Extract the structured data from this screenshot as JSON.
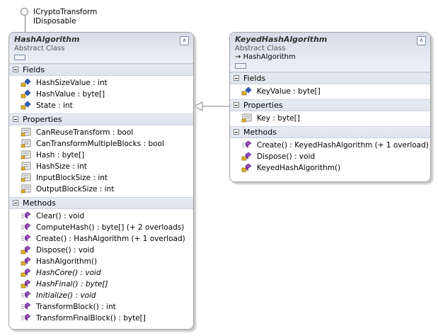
{
  "interfaces": [
    "ICryptoTransform",
    "IDisposable"
  ],
  "colors": {
    "field": "#2f5db8",
    "method": "#9b4fc0",
    "property": "#6a6a6a",
    "key": "#e0b020"
  },
  "classes": [
    {
      "name": "HashAlgorithm",
      "kind": "Abstract Class",
      "sections": [
        {
          "title": "Fields",
          "items": [
            {
              "text": "HashSizeValue : int",
              "icon": "protected-field-icon"
            },
            {
              "text": "HashValue : byte[]",
              "icon": "protected-field-icon"
            },
            {
              "text": "State : int",
              "icon": "protected-field-icon"
            }
          ]
        },
        {
          "title": "Properties",
          "items": [
            {
              "text": "CanReuseTransform : bool",
              "icon": "property-icon"
            },
            {
              "text": "CanTransformMultipleBlocks : bool",
              "icon": "property-icon"
            },
            {
              "text": "Hash : byte[]",
              "icon": "property-icon"
            },
            {
              "text": "HashSize : int",
              "icon": "property-icon"
            },
            {
              "text": "InputBlockSize : int",
              "icon": "property-icon"
            },
            {
              "text": "OutputBlockSize : int",
              "icon": "property-icon"
            }
          ]
        },
        {
          "title": "Methods",
          "items": [
            {
              "text": "Clear() : void",
              "icon": "public-method-icon"
            },
            {
              "text": "ComputeHash() : byte[] (+ 2 overloads)",
              "icon": "public-method-icon"
            },
            {
              "text": "Create() : HashAlgorithm (+ 1 overload)",
              "icon": "public-method-icon"
            },
            {
              "text": "Dispose() : void",
              "icon": "protected-method-icon"
            },
            {
              "text": "HashAlgorithm()",
              "icon": "protected-method-icon"
            },
            {
              "text": "HashCore() : void",
              "icon": "protected-method-icon",
              "italic": true
            },
            {
              "text": "HashFinal() : byte[]",
              "icon": "protected-method-icon",
              "italic": true
            },
            {
              "text": "Initialize() : void",
              "icon": "public-method-icon",
              "italic": true
            },
            {
              "text": "TransformBlock() : int",
              "icon": "public-method-icon"
            },
            {
              "text": "TransformFinalBlock() : byte[]",
              "icon": "public-method-icon"
            }
          ]
        }
      ]
    },
    {
      "name": "KeyedHashAlgorithm",
      "kind": "Abstract Class",
      "base": "HashAlgorithm",
      "sections": [
        {
          "title": "Fields",
          "items": [
            {
              "text": "KeyValue : byte[]",
              "icon": "protected-field-icon"
            }
          ]
        },
        {
          "title": "Properties",
          "items": [
            {
              "text": "Key : byte[]",
              "icon": "property-icon"
            }
          ]
        },
        {
          "title": "Methods",
          "items": [
            {
              "text": "Create() : KeyedHashAlgorithm (+ 1 overload)",
              "icon": "public-method-icon"
            },
            {
              "text": "Dispose() : void",
              "icon": "protected-method-icon"
            },
            {
              "text": "KeyedHashAlgorithm()",
              "icon": "protected-method-icon"
            }
          ]
        }
      ]
    }
  ]
}
